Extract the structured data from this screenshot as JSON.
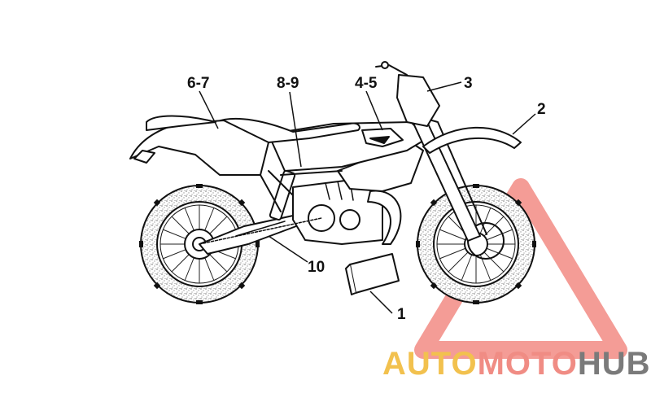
{
  "callouts": [
    {
      "id": "1",
      "label": "1"
    },
    {
      "id": "2",
      "label": "2"
    },
    {
      "id": "3",
      "label": "3"
    },
    {
      "id": "4-5",
      "label": "4-5"
    },
    {
      "id": "6-7",
      "label": "6-7"
    },
    {
      "id": "8-9",
      "label": "8-9"
    },
    {
      "id": "10",
      "label": "10"
    }
  ],
  "watermark": {
    "part1": "AUTO",
    "part2": "MOTO",
    "part3": "HUB",
    "color_auto": "#f2c14e",
    "color_moto": "#f08c84",
    "color_hub": "#7a7a7a",
    "triangle_color": "#f07b73"
  },
  "colors": {
    "line": "#111111",
    "speckle": "#8a8a8a"
  }
}
